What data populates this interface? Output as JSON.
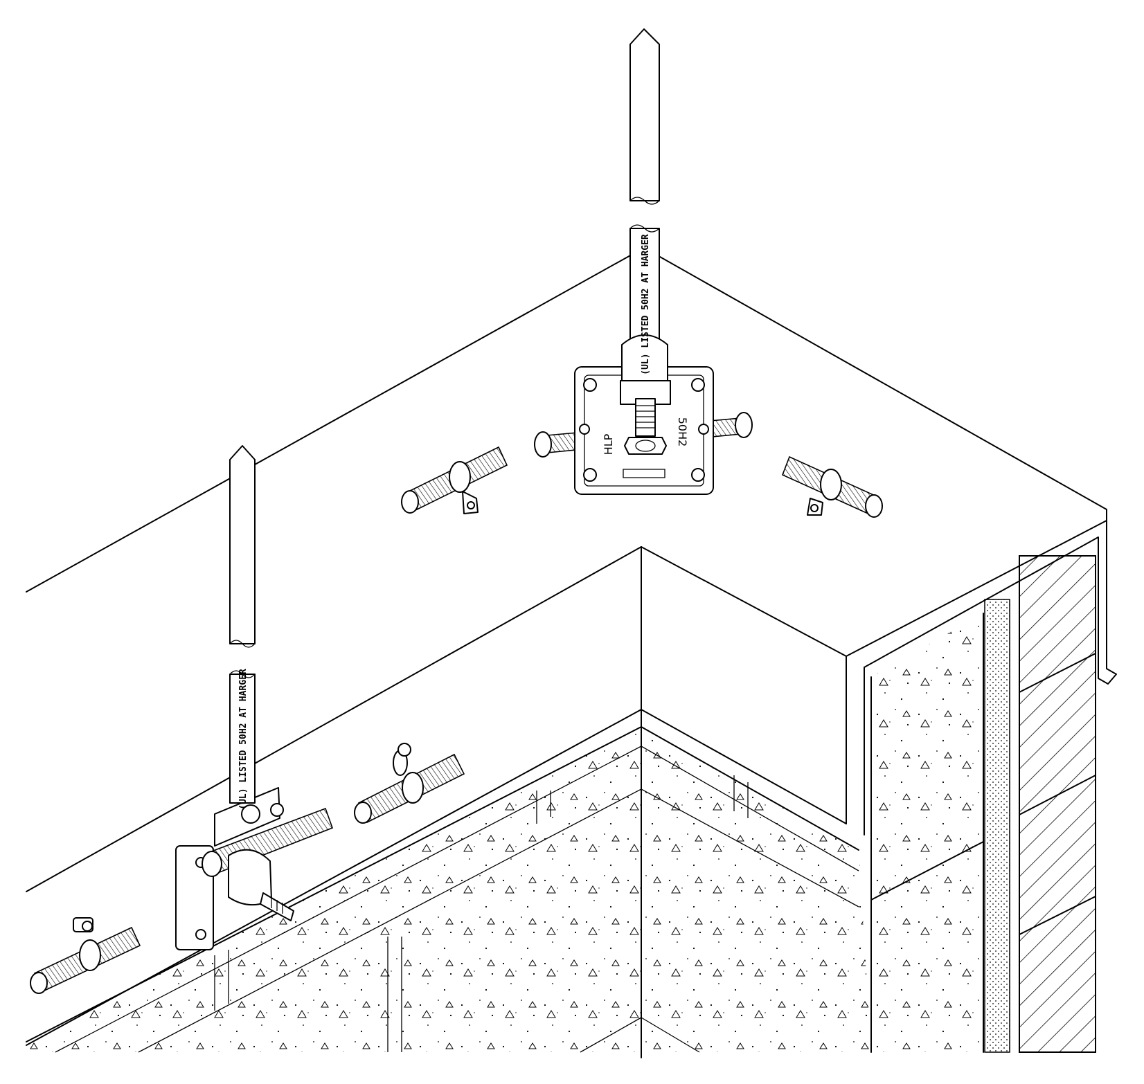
{
  "labels": {
    "rod_marking_main": "(UL) LISTED 50H2 AT HARGER",
    "rod_marking_left": "(UL) LISTED 50H2 AT HARGER",
    "plate_left": "HLP",
    "plate_right": "50H2"
  },
  "colors": {
    "line": "#000000",
    "background": "#ffffff"
  },
  "icons": [
    "air-terminal-rod",
    "base-plate",
    "cable-clamp",
    "stranded-conductor",
    "parapet-wall-section"
  ]
}
